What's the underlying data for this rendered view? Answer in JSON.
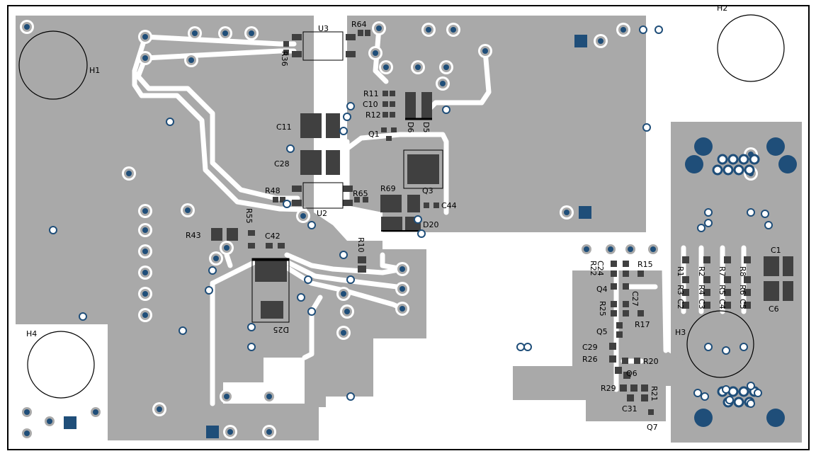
{
  "colors": {
    "background": "#ffffff",
    "copper_pour": "#a9a9a9",
    "outline": "#000000",
    "via_ring": "#ffffff",
    "via_fill": "#1f4e79",
    "pad": "#404040",
    "silk": "#000000"
  },
  "mounting_holes": {
    "h1": "H1",
    "h2": "H2",
    "h3": "H3",
    "h4": "H4"
  },
  "labels": {
    "u3": "U3",
    "r64": "R64",
    "r36": "R36",
    "r11": "R11",
    "c10": "C10",
    "r12": "R12",
    "q1": "Q1",
    "d6": "D6",
    "d5": "D5",
    "c11": "C11",
    "c28": "C28",
    "r48": "R48",
    "r65": "R65",
    "r69": "R69",
    "q3": "Q3",
    "c44": "C44",
    "u2": "U2",
    "d20": "D20",
    "r55": "R55",
    "r43": "R43",
    "c42": "C42",
    "r10": "R10",
    "d25": "D25",
    "r22": "R22",
    "c24": "C24",
    "r15": "R15",
    "q4": "Q4",
    "r25": "R25",
    "c27": "C27",
    "r17": "R17",
    "q5": "Q5",
    "c29": "C29",
    "r26": "R26",
    "r20": "R20",
    "q6": "Q6",
    "r29": "R29",
    "r21": "R21",
    "c31": "C31",
    "q7": "Q7",
    "c1": "C1",
    "c6": "C6",
    "r1": "R1",
    "r2": "R2",
    "r7": "R7",
    "r8": "R8",
    "r3": "R3",
    "c2": "C2",
    "r4": "R4",
    "c3": "C3",
    "r5": "R5",
    "c4": "C4",
    "r6": "R6",
    "c5": "C5"
  }
}
